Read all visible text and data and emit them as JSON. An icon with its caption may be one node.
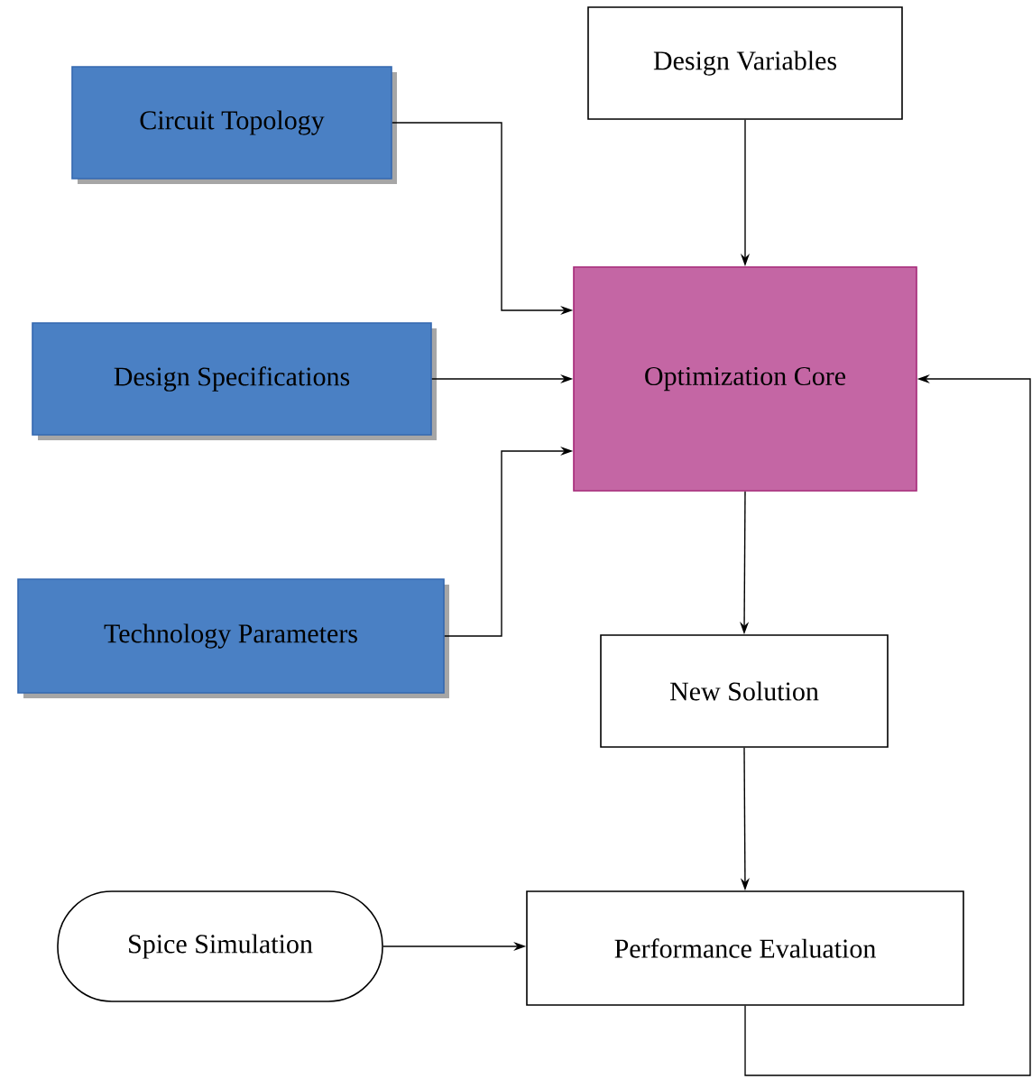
{
  "diagram": {
    "nodes": [
      {
        "text": [
          "Design Variables"
        ]
      },
      {
        "text": [
          "Circuit Topology"
        ]
      },
      {
        "text": [
          "Design Specifications"
        ]
      },
      {
        "text": [
          "Technology Parameters"
        ]
      },
      {
        "text": [
          "Optimization Core"
        ]
      },
      {
        "text": [
          "New Solution"
        ]
      },
      {
        "text": [
          "Spice Simulation"
        ]
      },
      {
        "text": [
          "Performance Evaluation"
        ]
      }
    ],
    "edges": [
      {
        "from": 1,
        "to": 4,
        "arrow": "to"
      },
      {
        "from": 2,
        "to": 4,
        "arrow": "to"
      },
      {
        "from": 3,
        "to": 4,
        "arrow": "to"
      },
      {
        "from": 0,
        "to": 4,
        "arrow": "to"
      },
      {
        "from": 4,
        "to": 5,
        "arrow": "to"
      },
      {
        "from": 5,
        "to": 7,
        "arrow": "to"
      },
      {
        "from": 6,
        "to": 7,
        "arrow": "to"
      },
      {
        "from": 7,
        "to": 4,
        "arrow": "to"
      }
    ]
  }
}
